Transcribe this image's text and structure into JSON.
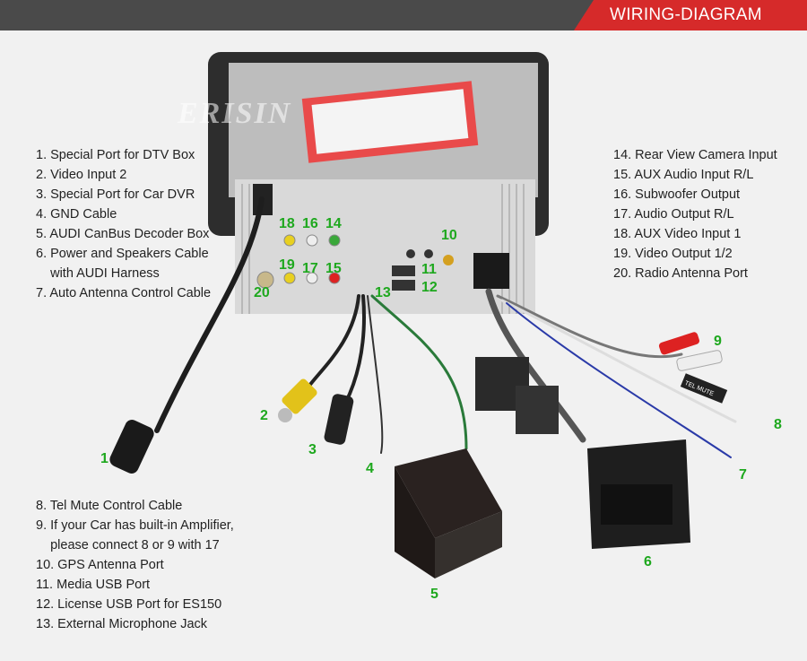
{
  "header": {
    "title": "WIRING-DIAGRAM"
  },
  "watermark": "ERISIN",
  "legend_left_top": [
    "1. Special Port for DTV Box",
    "2. Video Input 2",
    "3. Special Port for Car DVR",
    "4. GND Cable",
    "5. AUDI CanBus Decoder Box",
    "6. Power and Speakers Cable",
    "    with AUDI Harness",
    "7. Auto Antenna Control Cable"
  ],
  "legend_right_top": [
    "14. Rear View Camera Input",
    "15. AUX Audio Input R/L",
    "16. Subwoofer Output",
    "17. Audio Output R/L",
    "18. AUX Video Input 1",
    "19. Video Output 1/2",
    "20. Radio Antenna Port"
  ],
  "legend_left_bottom": [
    "8. Tel Mute Control Cable",
    "9. If your Car has built-in Amplifier,",
    "    please connect 8 or 9 with 17",
    "10. GPS Antenna Port",
    "11. Media USB Port",
    "12. License USB Port for ES150",
    "13. External Microphone Jack"
  ],
  "callouts": {
    "n1": "1",
    "n2": "2",
    "n3": "3",
    "n4": "4",
    "n5": "5",
    "n6": "6",
    "n7": "7",
    "n8": "8",
    "n9": "9",
    "n10": "10",
    "n11": "11",
    "n12": "12",
    "n13": "13",
    "n14": "14",
    "n15": "15",
    "n16": "16",
    "n17": "17",
    "n18": "18",
    "n19": "19",
    "n20": "20"
  },
  "cable_tags": {
    "tel_mute": "TEL MUTE"
  },
  "colors": {
    "accent": "#d62a2a",
    "callout": "#1ea81e",
    "topbar": "#4a4a4a"
  }
}
